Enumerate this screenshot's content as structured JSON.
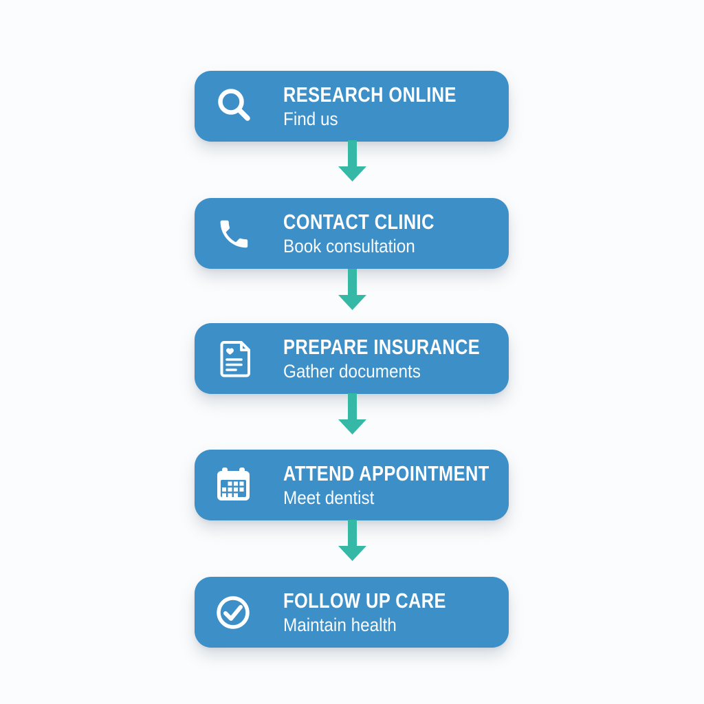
{
  "page": {
    "background": "#fbfcfd"
  },
  "flow": {
    "colors": {
      "step_blue": "#3d8fc8",
      "arrow_teal": "#35b9a6",
      "text_white": "#ffffff"
    },
    "steps": [
      {
        "icon": "search-icon",
        "title": "RESEARCH ONLINE",
        "subtitle": "Find us"
      },
      {
        "icon": "phone-icon",
        "title": "CONTACT CLINIC",
        "subtitle": "Book consultation"
      },
      {
        "icon": "insurance-document-icon",
        "title": "PREPARE INSURANCE",
        "subtitle": "Gather documents"
      },
      {
        "icon": "calendar-icon",
        "title": "ATTEND APPOINTMENT",
        "subtitle": "Meet dentist"
      },
      {
        "icon": "check-circle-icon",
        "title": "FOLLOW UP CARE",
        "subtitle": "Maintain health"
      }
    ]
  }
}
